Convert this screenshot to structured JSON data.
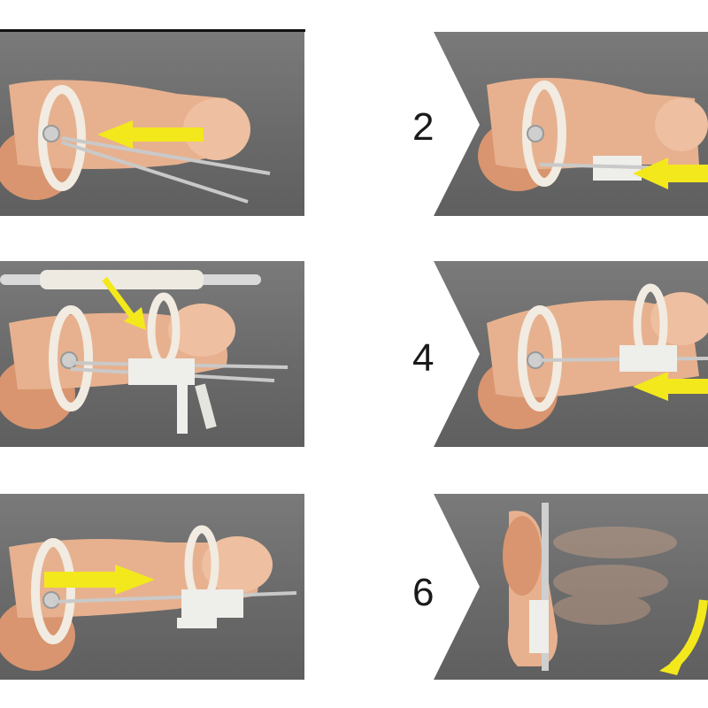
{
  "steps": [
    {
      "number": "",
      "illustration": "device-fitting-base-rings-rods"
    },
    {
      "number": "2",
      "illustration": "device-fitting-rod-clamp"
    },
    {
      "number": "",
      "illustration": "device-fitting-extension-rod"
    },
    {
      "number": "4",
      "illustration": "device-fitting-top-ring"
    },
    {
      "number": "",
      "illustration": "device-fitting-tension-adjust"
    },
    {
      "number": "6",
      "illustration": "device-fitting-angle-swing"
    }
  ],
  "colors": {
    "panel": "#6e6e6e",
    "skin": "#e7b18f",
    "ring": "#f1ebe1",
    "arrow": "#f3e81c",
    "rod": "#c9c9c9"
  }
}
